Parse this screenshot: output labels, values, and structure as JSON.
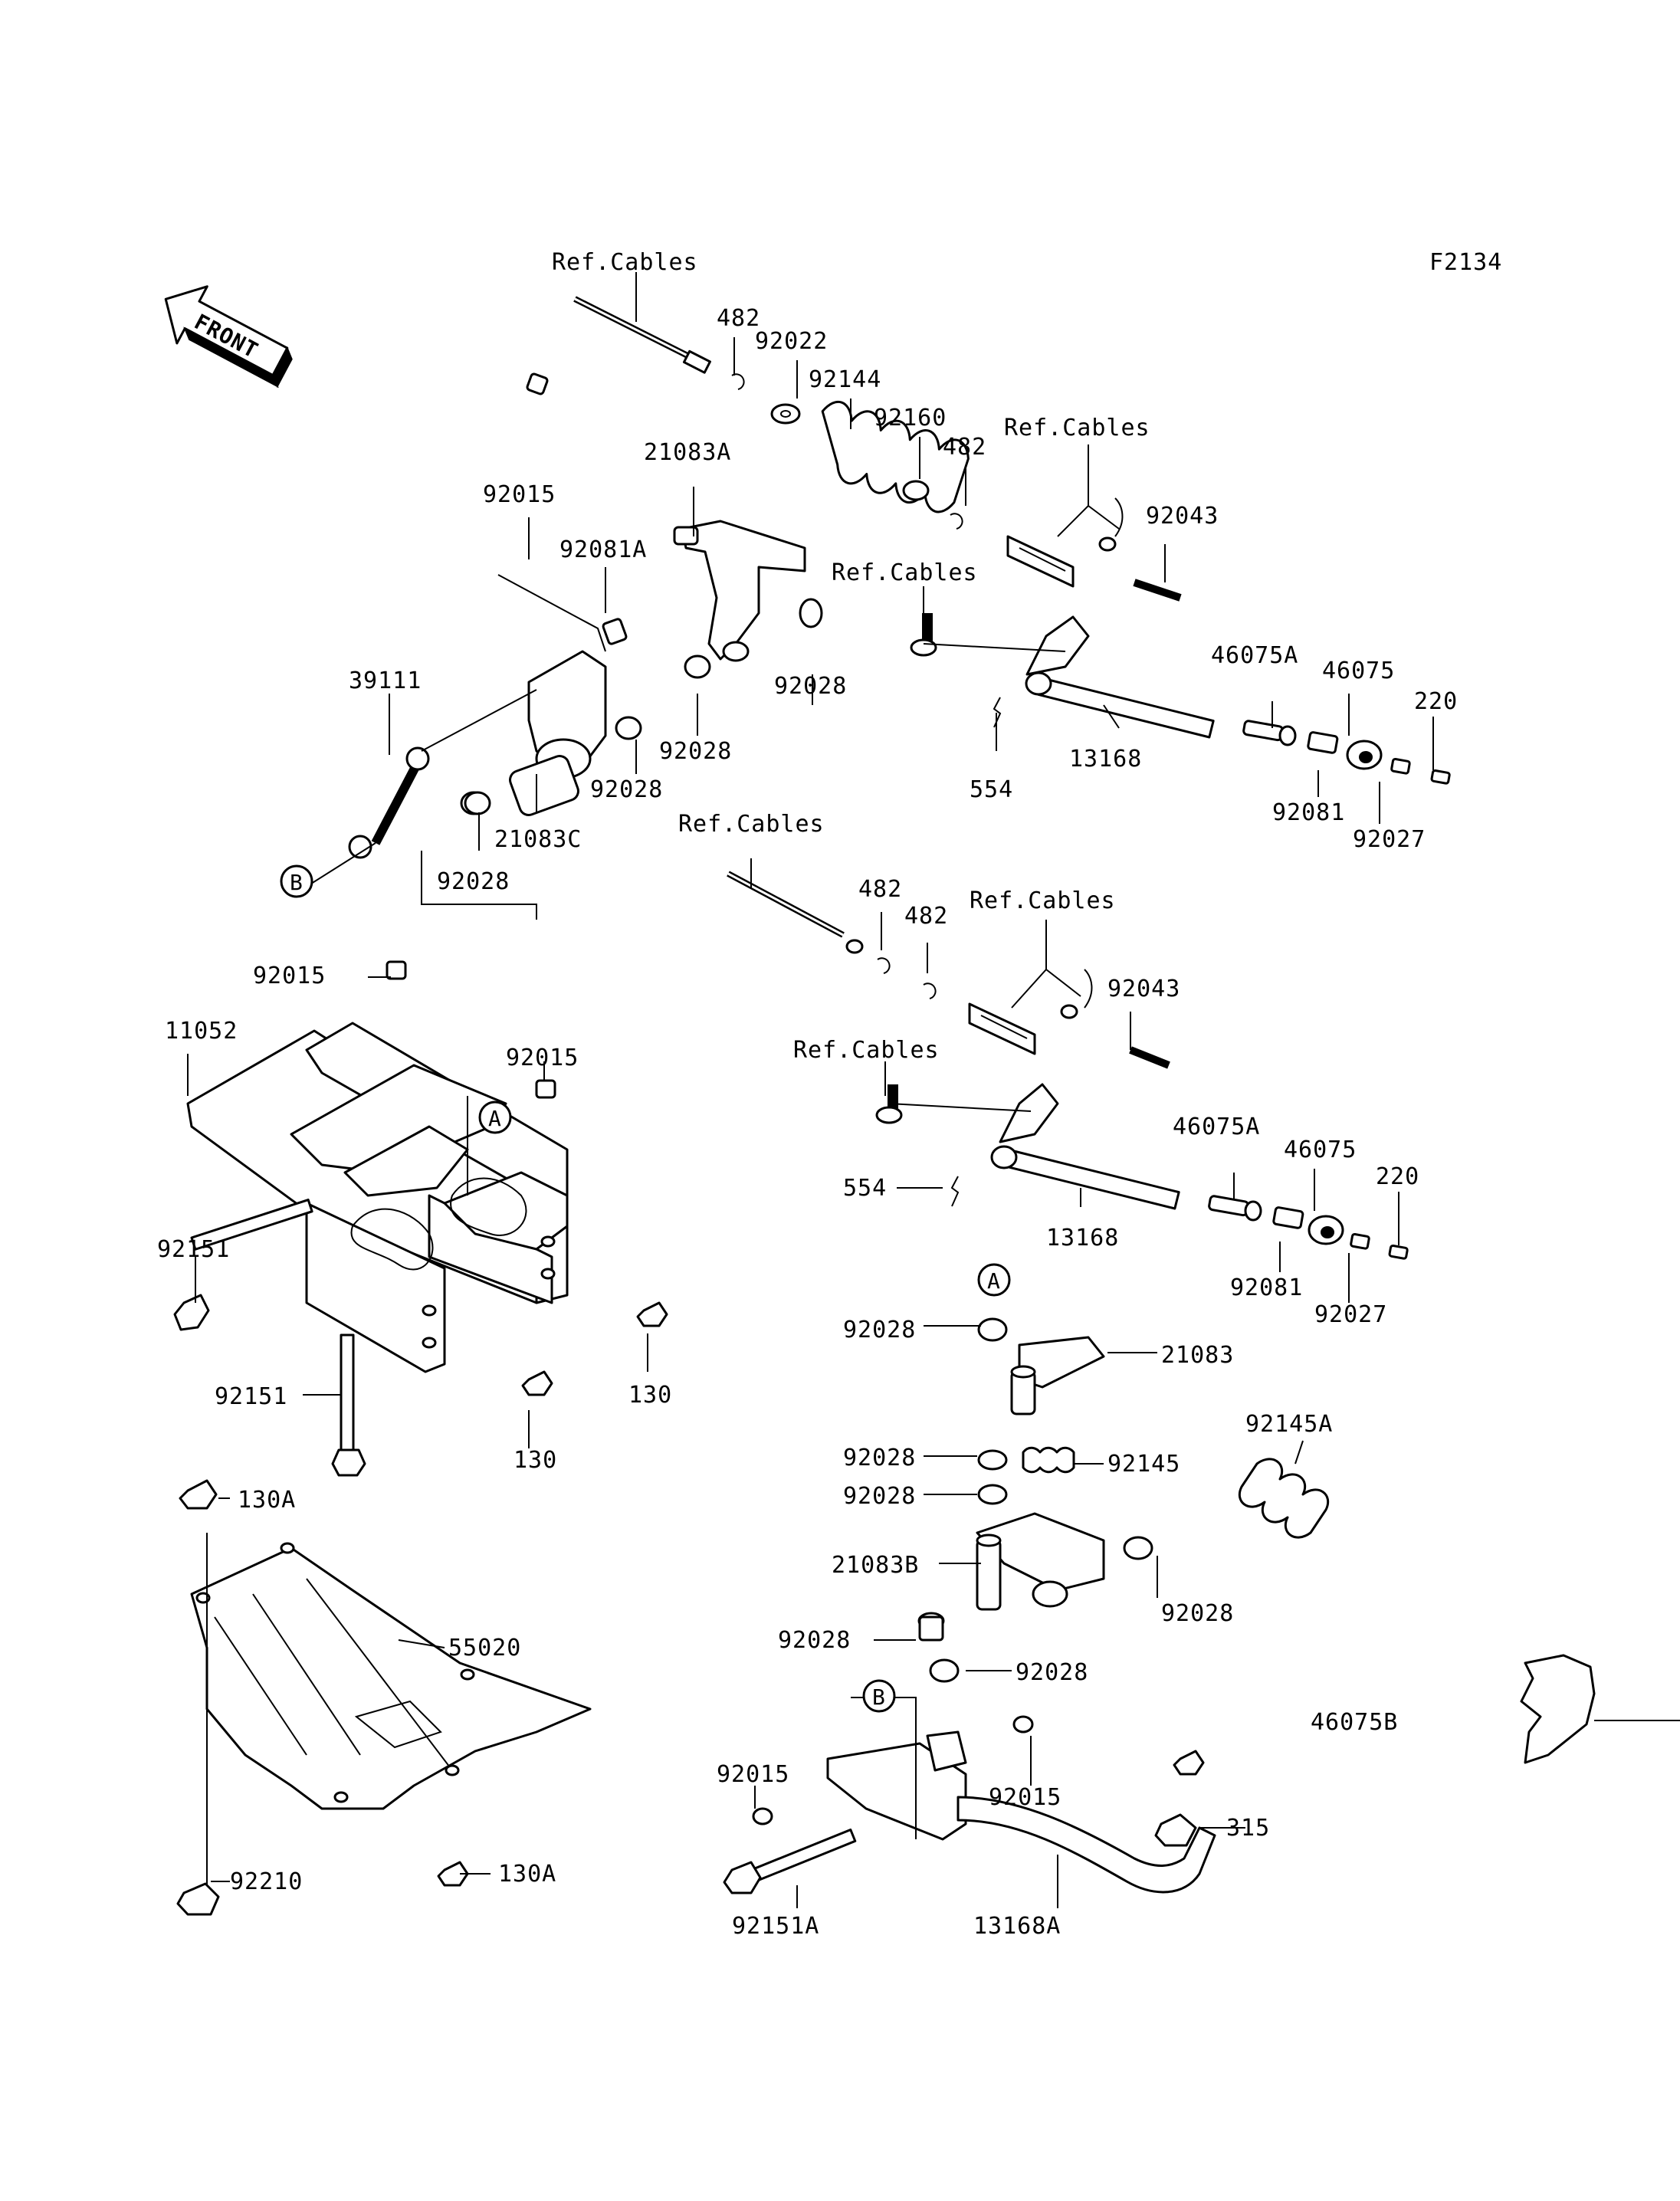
{
  "diagram": {
    "figure_code": "F2134",
    "direction_badge": "FRONT",
    "callout_A": "A",
    "callout_B": "B",
    "labels": [
      "Ref.Cables",
      "482",
      "92022",
      "92144",
      "92160",
      "Ref.Cables",
      "482",
      "21083A",
      "92015",
      "92081A",
      "92043",
      "Ref.Cables",
      "39111",
      "92028",
      "46075A",
      "46075",
      "220",
      "92028",
      "92028",
      "554",
      "13168",
      "92081",
      "92027",
      "21083C",
      "92028",
      "Ref.Cables",
      "482",
      "482",
      "Ref.Cables",
      "92015",
      "92043",
      "11052",
      "92015",
      "Ref.Cables",
      "46075A",
      "46075",
      "554",
      "220",
      "13168",
      "92151",
      "92081",
      "92027",
      "130",
      "92028",
      "21083",
      "92151",
      "130",
      "92145A",
      "92028",
      "92145",
      "92028",
      "130A",
      "55020",
      "21083B",
      "92028",
      "92028",
      "92028",
      "46075B",
      "92015",
      "92015",
      "315",
      "92210",
      "130A",
      "92151A",
      "13168A"
    ]
  }
}
